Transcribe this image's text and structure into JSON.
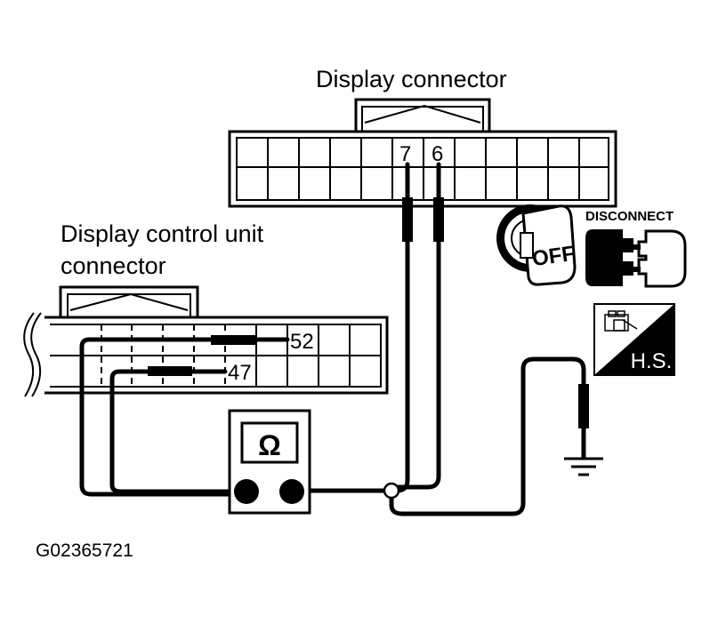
{
  "display_connector": {
    "title": "Display connector",
    "pin_a": "7",
    "pin_b": "6"
  },
  "control_unit_connector": {
    "title_line1": "Display control unit",
    "title_line2": "connector",
    "pin_a": "52",
    "pin_b": "47"
  },
  "meter": {
    "symbol": "Ω"
  },
  "ignition": {
    "icon": "ignition-key-off-icon",
    "key_text": "OFF"
  },
  "disconnect": {
    "label": "DISCONNECT",
    "icon": "disconnected-connector-icon"
  },
  "harness_side": {
    "label": "H.S.",
    "icon": "harness-side-icon"
  },
  "ground": {
    "icon": "ground-symbol-icon"
  },
  "figure_id": "G02365721"
}
